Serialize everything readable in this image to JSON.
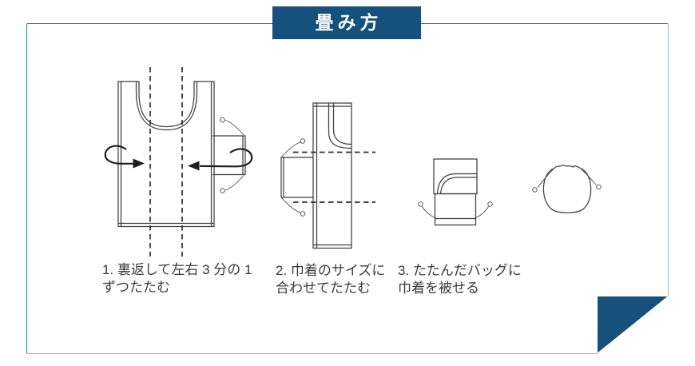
{
  "colors": {
    "accent": "#16517e",
    "frame-border": "#3a7096",
    "line": "#3f3f3f",
    "text": "#3a3a3a"
  },
  "banner": {
    "title": "畳み方"
  },
  "steps": [
    {
      "illustration": "tote-bag-inside-out-with-thirds-fold-lines",
      "lines": [
        "1. 裏返して左右 3 分の 1",
        "ずつたたむ"
      ]
    },
    {
      "illustration": "bag-folded-into-strip-with-horizontal-fold-lines",
      "lines": [
        "2. 巾着のサイズに",
        "合わせてたたむ"
      ]
    },
    {
      "illustration": "folded-bag-square-with-drawstring-pouch",
      "lines": [
        "3. たたんだバッグに",
        "巾着を被せる"
      ]
    },
    {
      "illustration": "finished-drawstring-pouch",
      "lines": []
    }
  ]
}
